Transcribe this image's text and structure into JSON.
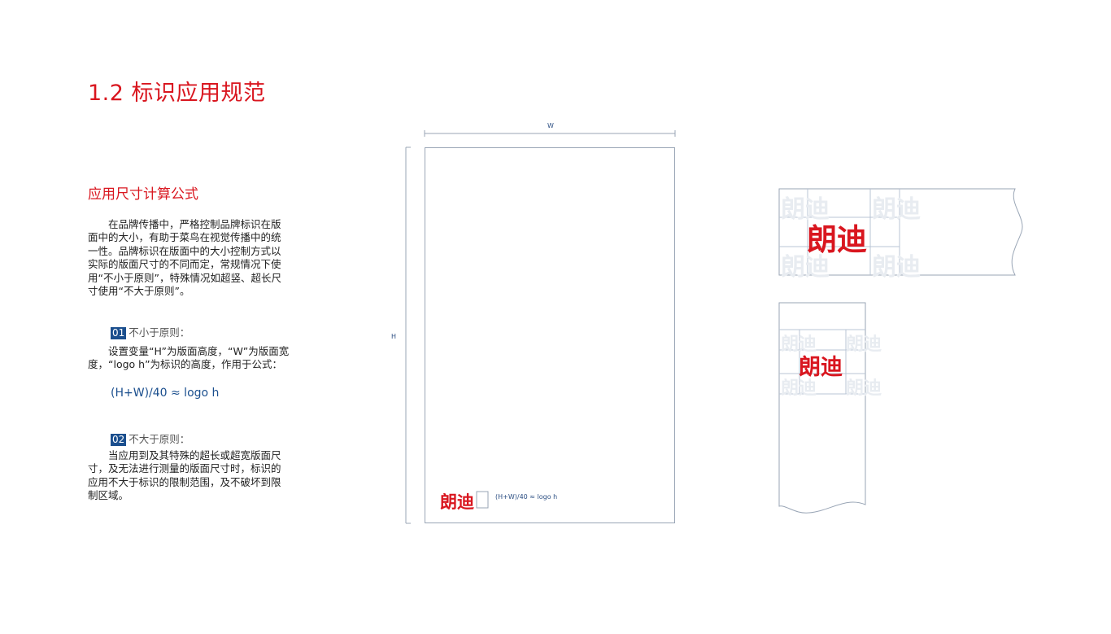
{
  "header": {
    "title": "1.2 标识应用规范"
  },
  "section": {
    "title": "应用尺寸计算公式",
    "intro": "在品牌传播中，严格控制品牌标识在版面中的大小，有助于菜鸟在视觉传播中的统一性。品牌标识在版面中的大小控制方式以实际的版面尺寸的不同而定，常规情况下使用“不小于原则”，特殊情况如超竖、超长尺寸使用“不大于原则”。"
  },
  "rules": [
    {
      "number": "01",
      "title": "不小于原则：",
      "body": "设置变量“H”为版面高度，“W”为版面宽度，“logo h”为标识的高度，作用于公式：",
      "formula": "(H+W)/40 ≈ logo h"
    },
    {
      "number": "02",
      "title": "不大于原则：",
      "body": "当应用到及其特殊的超长或超宽版面尺寸，及无法进行测量的版面尺寸时，标识的应用不大于标识的限制范围，及不破坏到限制区域。"
    }
  ],
  "diagram": {
    "width_label": "W",
    "height_label": "H",
    "logo_text": "朗迪",
    "formula": "(H+W)/40 ≈ logo h"
  },
  "colors": {
    "accent": "#d9161f",
    "blue": "#1b4f8e",
    "line": "#9aa6b6"
  }
}
